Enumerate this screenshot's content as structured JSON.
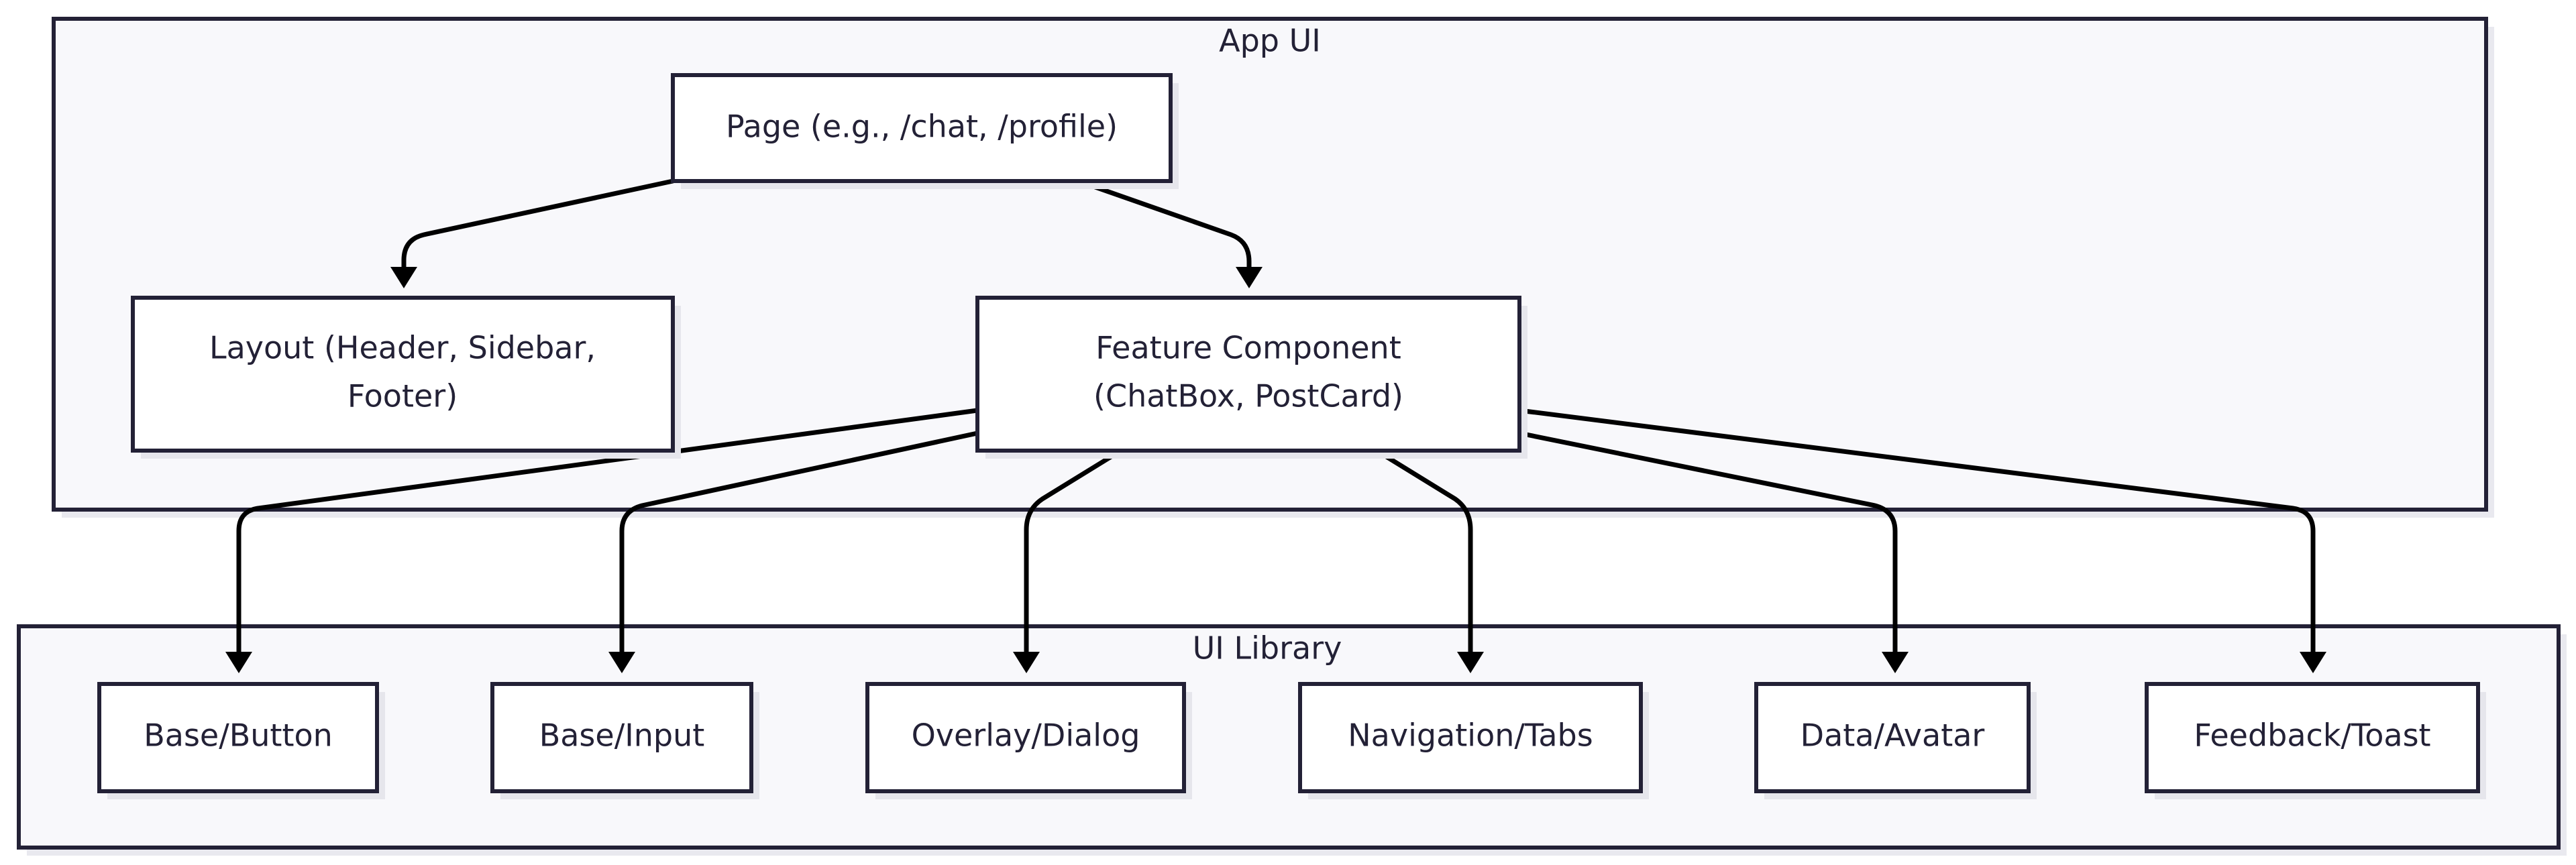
{
  "clusters": {
    "app_ui": {
      "label": "App UI"
    },
    "ui_library": {
      "label": "UI Library"
    }
  },
  "nodes": {
    "page": {
      "label": "Page (e.g., /chat, /profile)"
    },
    "layout": {
      "line1": "Layout (Header, Sidebar,",
      "line2": "Footer)"
    },
    "feature": {
      "line1": "Feature Component",
      "line2": "(ChatBox, PostCard)"
    },
    "base_button": {
      "label": "Base/Button"
    },
    "base_input": {
      "label": "Base/Input"
    },
    "overlay_dialog": {
      "label": "Overlay/Dialog"
    },
    "navigation_tabs": {
      "label": "Navigation/Tabs"
    },
    "data_avatar": {
      "label": "Data/Avatar"
    },
    "feedback_toast": {
      "label": "Feedback/Toast"
    }
  },
  "edges": [
    {
      "from": "page",
      "to": "layout"
    },
    {
      "from": "page",
      "to": "feature"
    },
    {
      "from": "feature",
      "to": "base_button"
    },
    {
      "from": "feature",
      "to": "base_input"
    },
    {
      "from": "feature",
      "to": "overlay_dialog"
    },
    {
      "from": "feature",
      "to": "navigation_tabs"
    },
    {
      "from": "feature",
      "to": "data_avatar"
    },
    {
      "from": "feature",
      "to": "feedback_toast"
    }
  ],
  "colors": {
    "stroke": "#232136",
    "cluster_fill": "#f8f8fb",
    "node_fill": "#ffffff",
    "edge": "#000000"
  }
}
